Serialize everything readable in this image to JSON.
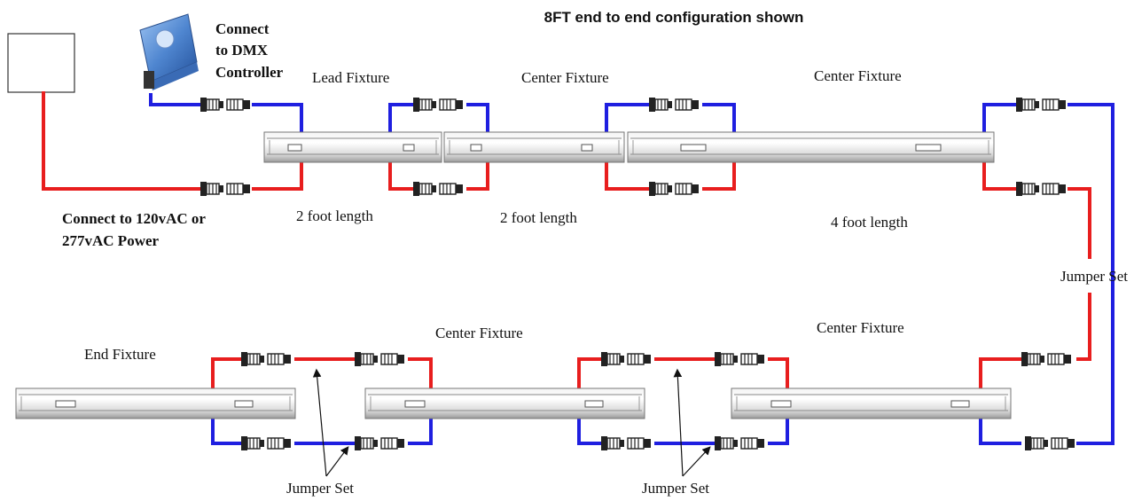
{
  "diagram": {
    "title": "8FT end to end configuration shown",
    "power_label_line1": "Connect to 120vAC or",
    "power_label_line2": "277vAC Power",
    "dmx_label_line1": "Connect",
    "dmx_label_line2": "to DMX",
    "dmx_label_line3": "Controller",
    "top_row": {
      "fixtures": [
        "Lead Fixture",
        "Center Fixture",
        "Center Fixture"
      ],
      "lengths": [
        "2 foot length",
        "2 foot length",
        "4 foot length"
      ]
    },
    "bottom_row": {
      "fixtures": [
        "End Fixture",
        "Center Fixture",
        "Center Fixture"
      ]
    },
    "jumper_labels": [
      "Jumper Set",
      "Jumper Set",
      "Jumper Set"
    ],
    "colors": {
      "data_cable": "#1f1fe0",
      "power_cable": "#e81e1e",
      "controller_body": "#5b8fd6"
    },
    "icons": [
      "power-supply-box",
      "dmx-controller-icon",
      "connector-pair-icon",
      "arrow-icon"
    ]
  }
}
